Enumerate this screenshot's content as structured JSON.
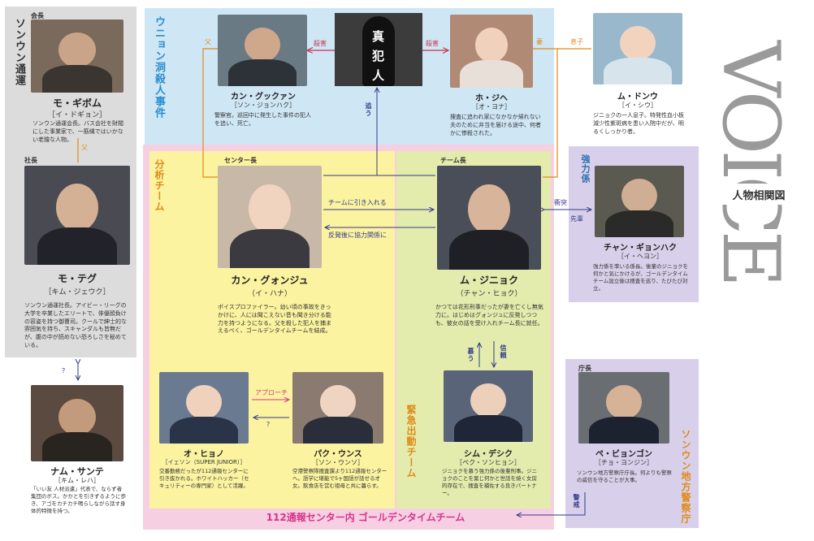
{
  "sections": {
    "sonun": "ソンウン通運",
    "unyon": "ウニョン洞殺人事件",
    "analysis": "分析チーム",
    "emergency": "緊急出動チーム",
    "strong": "強力係",
    "police": "ソンウン地方警察庁",
    "golden": "112通報センター内 ゴールデンタイムチーム"
  },
  "title": {
    "main": "VOICE",
    "sub": "人物相関図"
  },
  "culprit": [
    "真",
    "犯",
    "人"
  ],
  "people": {
    "mo_gibom": {
      "role": "会長",
      "name": "モ・ギボム",
      "reading": "［イ・ドギョン］",
      "desc": "ソンウン通運会長。バス会社を財閥にした事業家で、一筋縄ではいかない老獪な人物。"
    },
    "mo_tegu": {
      "role": "社長",
      "name": "モ・テグ",
      "reading": "［キム・ジェウク］",
      "desc": "ソンウン通運社長。アイビー・リーグの大学を卒業したエリートで、俳優顔負けの容姿を持つ御曹司。クールで紳士的な雰囲気を持ち、スキャンダルも皆無だが、腹の中が読めない恐ろしさを秘めている。"
    },
    "nam_sante": {
      "name": "ナム・サンテ",
      "reading": "［キム・レハ］",
      "desc": "「いい友 人材派遣」代表で、ならず者集団のボス。かかとを引きずるように歩き、アゴをカチカチ鳴らしながら話す身体的特徴を持つ。"
    },
    "kang_gukuan": {
      "name": "カン・グックァン",
      "reading": "［ソン・ジョンハク］",
      "desc": "警察官。巡回中に発生した事件の犯人を追い、死亡。"
    },
    "ho_jihe": {
      "name": "ホ・ジヘ",
      "reading": "［オ・ヨナ］",
      "desc": "捜査に追われ家になかなか帰れない夫のために弁当を届ける途中、何者かに惨殺された。"
    },
    "mu_donu": {
      "name": "ム・ドンウ",
      "reading": "［イ・シウ］",
      "desc": "ジニョクの一人息子。特発性血小板減少性紫斑病を患い入院中だが、明るくしっかり者。"
    },
    "kang_gwonju": {
      "role": "センター長",
      "name": "カン・グォンジュ",
      "reading": "（イ・ハナ）",
      "desc": "ボイスプロファイラー。幼い頃の事故をきっかけに、人には聞こえない音も聞き分ける能力を持つようになる。父を殺した犯人を捕まえるべく、ゴールデンタイムチームを結成。"
    },
    "mu_jinyok": {
      "role": "チーム長",
      "name": "ム・ジニョク",
      "reading": "（チャン・ヒョク）",
      "desc": "かつては花形刑事だったが妻を亡くし無気力に。はじめはグォンジュに反発しつつも、彼女の話を受け入れチーム長に就任。"
    },
    "chan_gyonhak": {
      "name": "チャン・ギョンハク",
      "reading": "［イ・ヘヨン］",
      "desc": "強力係を率いる係長。後輩のジニョクを何かと気にかけるが、ゴールデンタイムチーム設立後は捜査を巡り、たびたび対立。"
    },
    "o_hyono": {
      "name": "オ・ヒョノ",
      "reading": "［イェソン（SUPER JUNIOR）］",
      "desc": "交番勤務だったが112通報センターに引き抜かれる。ホワイトハッカー（セキュリティーの専門家）として活躍。"
    },
    "paku_unsu": {
      "name": "パク・ウンス",
      "reading": "［ソン・ウンソ］",
      "desc": "空港警察隊捜査課より112通報センターへ。語学に堪能で5ヶ国語が話せる才女。飲食店を営む祖母と共に暮らす。"
    },
    "shim_deshiku": {
      "name": "シム・デシク",
      "reading": "［ペク・ソンヒョン］",
      "desc": "ジニョクを慕う強力係の後輩刑事。ジニョクのことを案じ何かと世話を焼く女房的存在で、捜査を補佐する良きパートナー。"
    },
    "pe_byongon": {
      "role": "庁長",
      "name": "ペ・ビョンゴン",
      "reading": "［チョ・ヨンジン］",
      "desc": "ソンウン地方警察庁庁長。何よりも警察の威信を守ることが大事。"
    }
  },
  "relations": {
    "father_son": "父",
    "father": "父",
    "kill_left": "殺害",
    "kill_right": "殺害",
    "wife": "妻",
    "son": "息子",
    "chase": "追う",
    "recruit": "チームに引き入れる",
    "cooperate": "反発後に協力関係に",
    "clash": "衝突",
    "senior": "先輩",
    "approach": "アプローチ",
    "question_a": "?",
    "question_b": "?",
    "admire": "慕う",
    "trust": "信頼",
    "warn": "警戒"
  },
  "colors": {
    "accent_red": "#c8344a",
    "accent_blue": "#333a8a",
    "accent_orange": "#e08a18",
    "accent_pink": "#d8348a"
  }
}
